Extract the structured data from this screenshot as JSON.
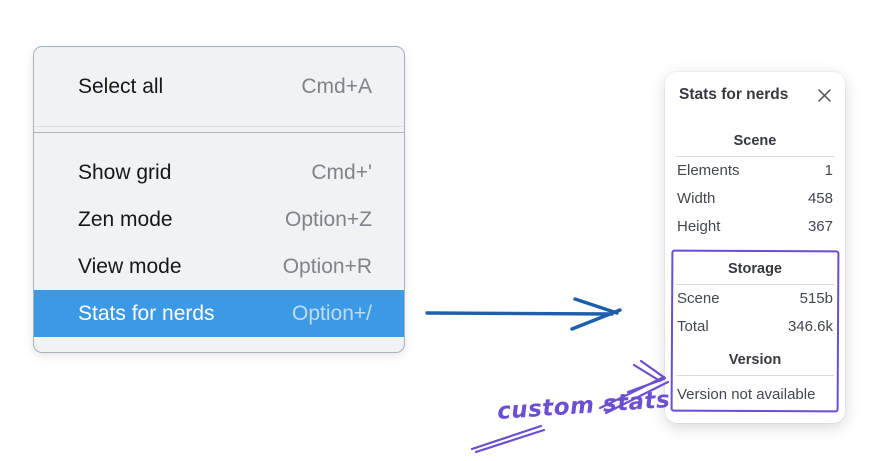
{
  "menu": {
    "items": [
      {
        "label": "Select all",
        "shortcut": "Cmd+A"
      },
      {
        "label": "Show grid",
        "shortcut": "Cmd+'"
      },
      {
        "label": "Zen mode",
        "shortcut": "Option+Z"
      },
      {
        "label": "View mode",
        "shortcut": "Option+R"
      },
      {
        "label": "Stats for nerds",
        "shortcut": "Option+/"
      }
    ],
    "highlighted_item": "Stats for nerds"
  },
  "stats_panel": {
    "title": "Stats for nerds",
    "sections": {
      "scene": {
        "heading": "Scene",
        "rows": [
          {
            "label": "Elements",
            "value": "1"
          },
          {
            "label": "Width",
            "value": "458"
          },
          {
            "label": "Height",
            "value": "367"
          }
        ]
      },
      "storage": {
        "heading": "Storage",
        "rows": [
          {
            "label": "Scene",
            "value": "515b"
          },
          {
            "label": "Total",
            "value": "346.6k"
          }
        ]
      },
      "version": {
        "heading": "Version",
        "note": "Version not available"
      }
    }
  },
  "annotation": {
    "label": "custom stats"
  },
  "colors": {
    "menu_highlight": "#3c99e6",
    "arrow_blue": "#1d5fad",
    "annotation_purple": "#6b4ed2"
  }
}
